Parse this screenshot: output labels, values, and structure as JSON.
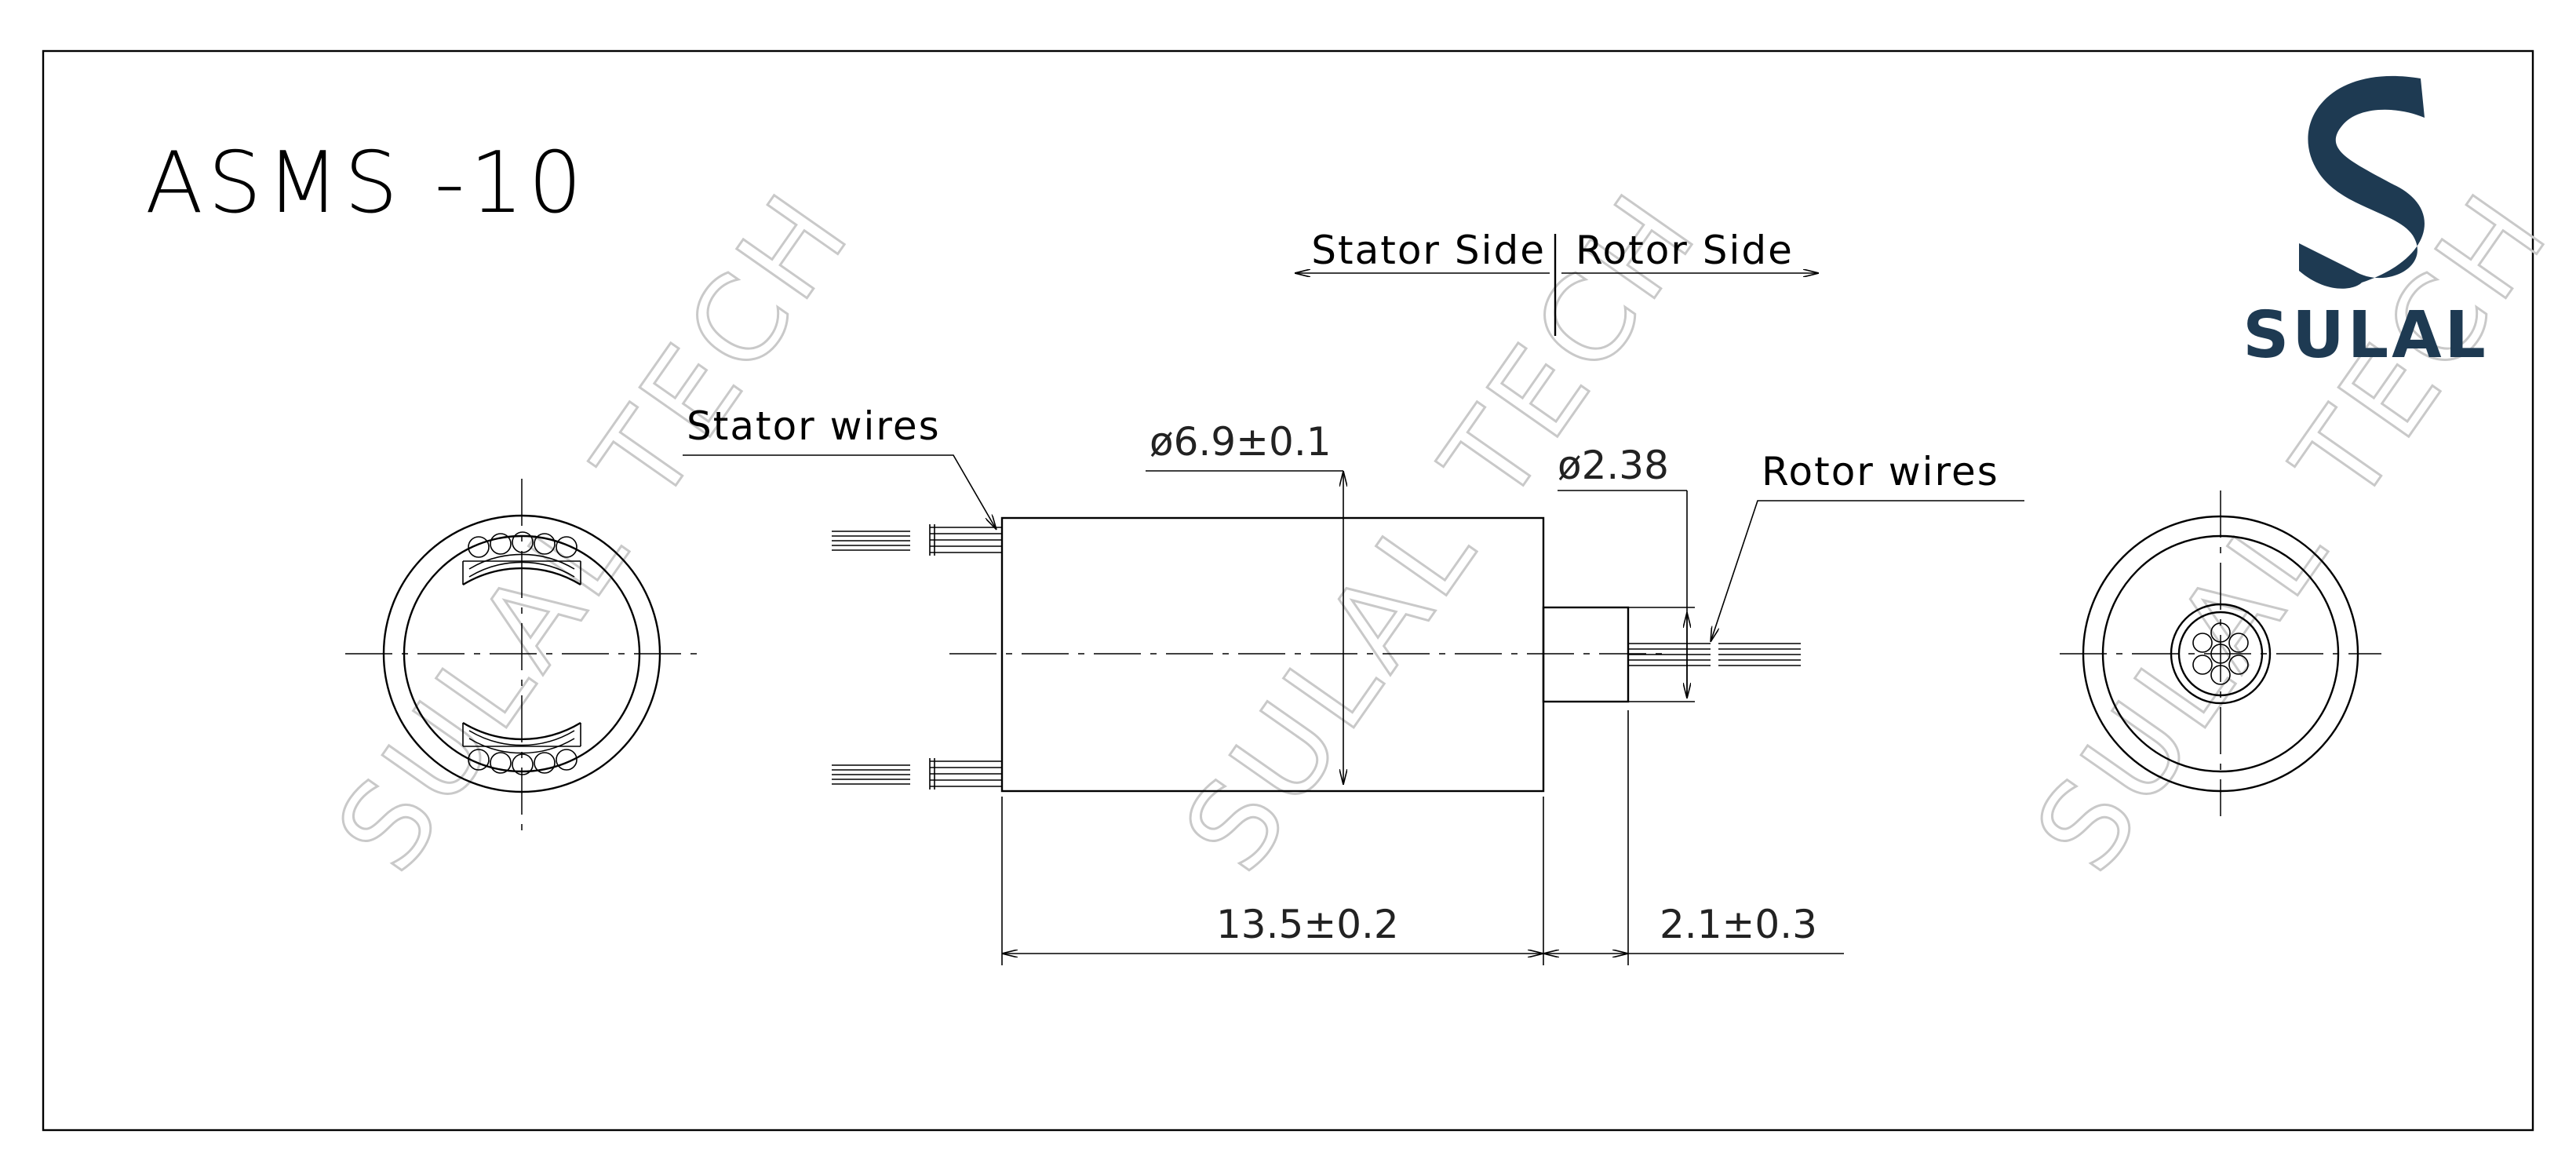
{
  "title": "ASMS -10",
  "brand": {
    "name": "SULAL",
    "logo_icon": "sulal-s-logo-icon",
    "color": "#1e3a52"
  },
  "watermark": "SULAL TECH",
  "sides": {
    "stator": "Stator Side",
    "rotor": "Rotor Side"
  },
  "labels": {
    "stator_wires": "Stator wires",
    "rotor_wires": "Rotor wires"
  },
  "dimensions": {
    "body_diameter": "ø6.9±0.1",
    "shaft_diameter": "ø2.38",
    "body_length": "13.5±0.2",
    "shaft_length": "2.1±0.3"
  }
}
